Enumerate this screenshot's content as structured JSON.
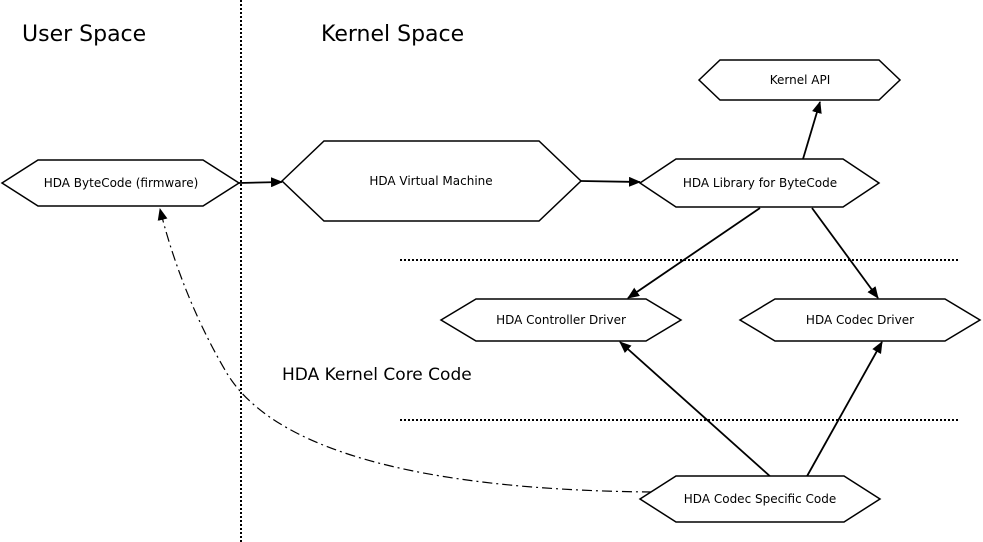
{
  "regions": {
    "user_space": "User Space",
    "kernel_space": "Kernel Space",
    "core_code": "HDA Kernel Core Code"
  },
  "nodes": {
    "bytecode": "HDA ByteCode (firmware)",
    "virtual_machine": "HDA Virtual Machine",
    "library": "HDA Library for ByteCode",
    "kernel_api": "Kernel API",
    "controller_driver": "HDA Controller Driver",
    "codec_driver": "HDA Codec Driver",
    "codec_specific": "HDA Codec Specific Code"
  }
}
